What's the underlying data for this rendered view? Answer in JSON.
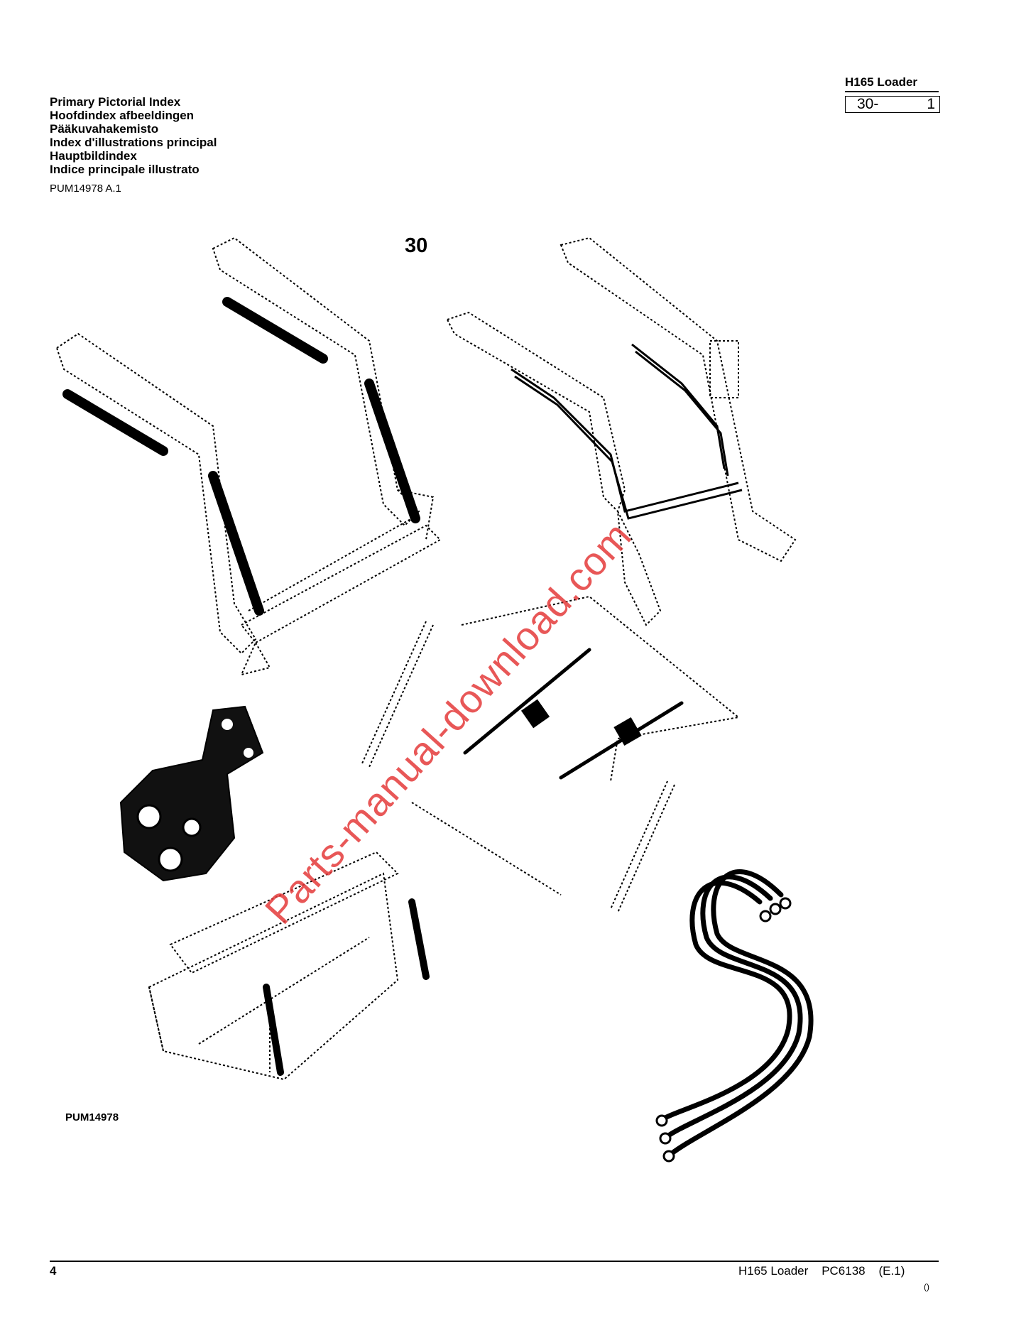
{
  "header": {
    "model": "H165  Loader",
    "section": "30-",
    "page_in_section": "1"
  },
  "titles": [
    "Primary Pictorial Index",
    "Hoofdindex afbeeldingen",
    "Pääkuvahakemisto",
    "Index d'illustrations principal",
    "Hauptbildindex",
    "Indice principale illustrato"
  ],
  "figure_code_top": "PUM14978 A.1",
  "figure_group_number": "30",
  "figure_code_bottom": "PUM14978",
  "watermark": "Parts-manual-download.com",
  "footer": {
    "page_number": "4",
    "right_text": "H165 Loader    PC6138    (E.1)",
    "paren": "()"
  },
  "icons": {
    "loader-frame": "loader-frame-cylinders-illustration",
    "hydraulic-lines": "loader-hydraulic-lines-illustration",
    "valve": "control-valve-illustration",
    "bucket": "bucket-illustration",
    "hoses": "hydraulic-hoses-illustration",
    "tubes": "steel-tubes-illustration"
  }
}
